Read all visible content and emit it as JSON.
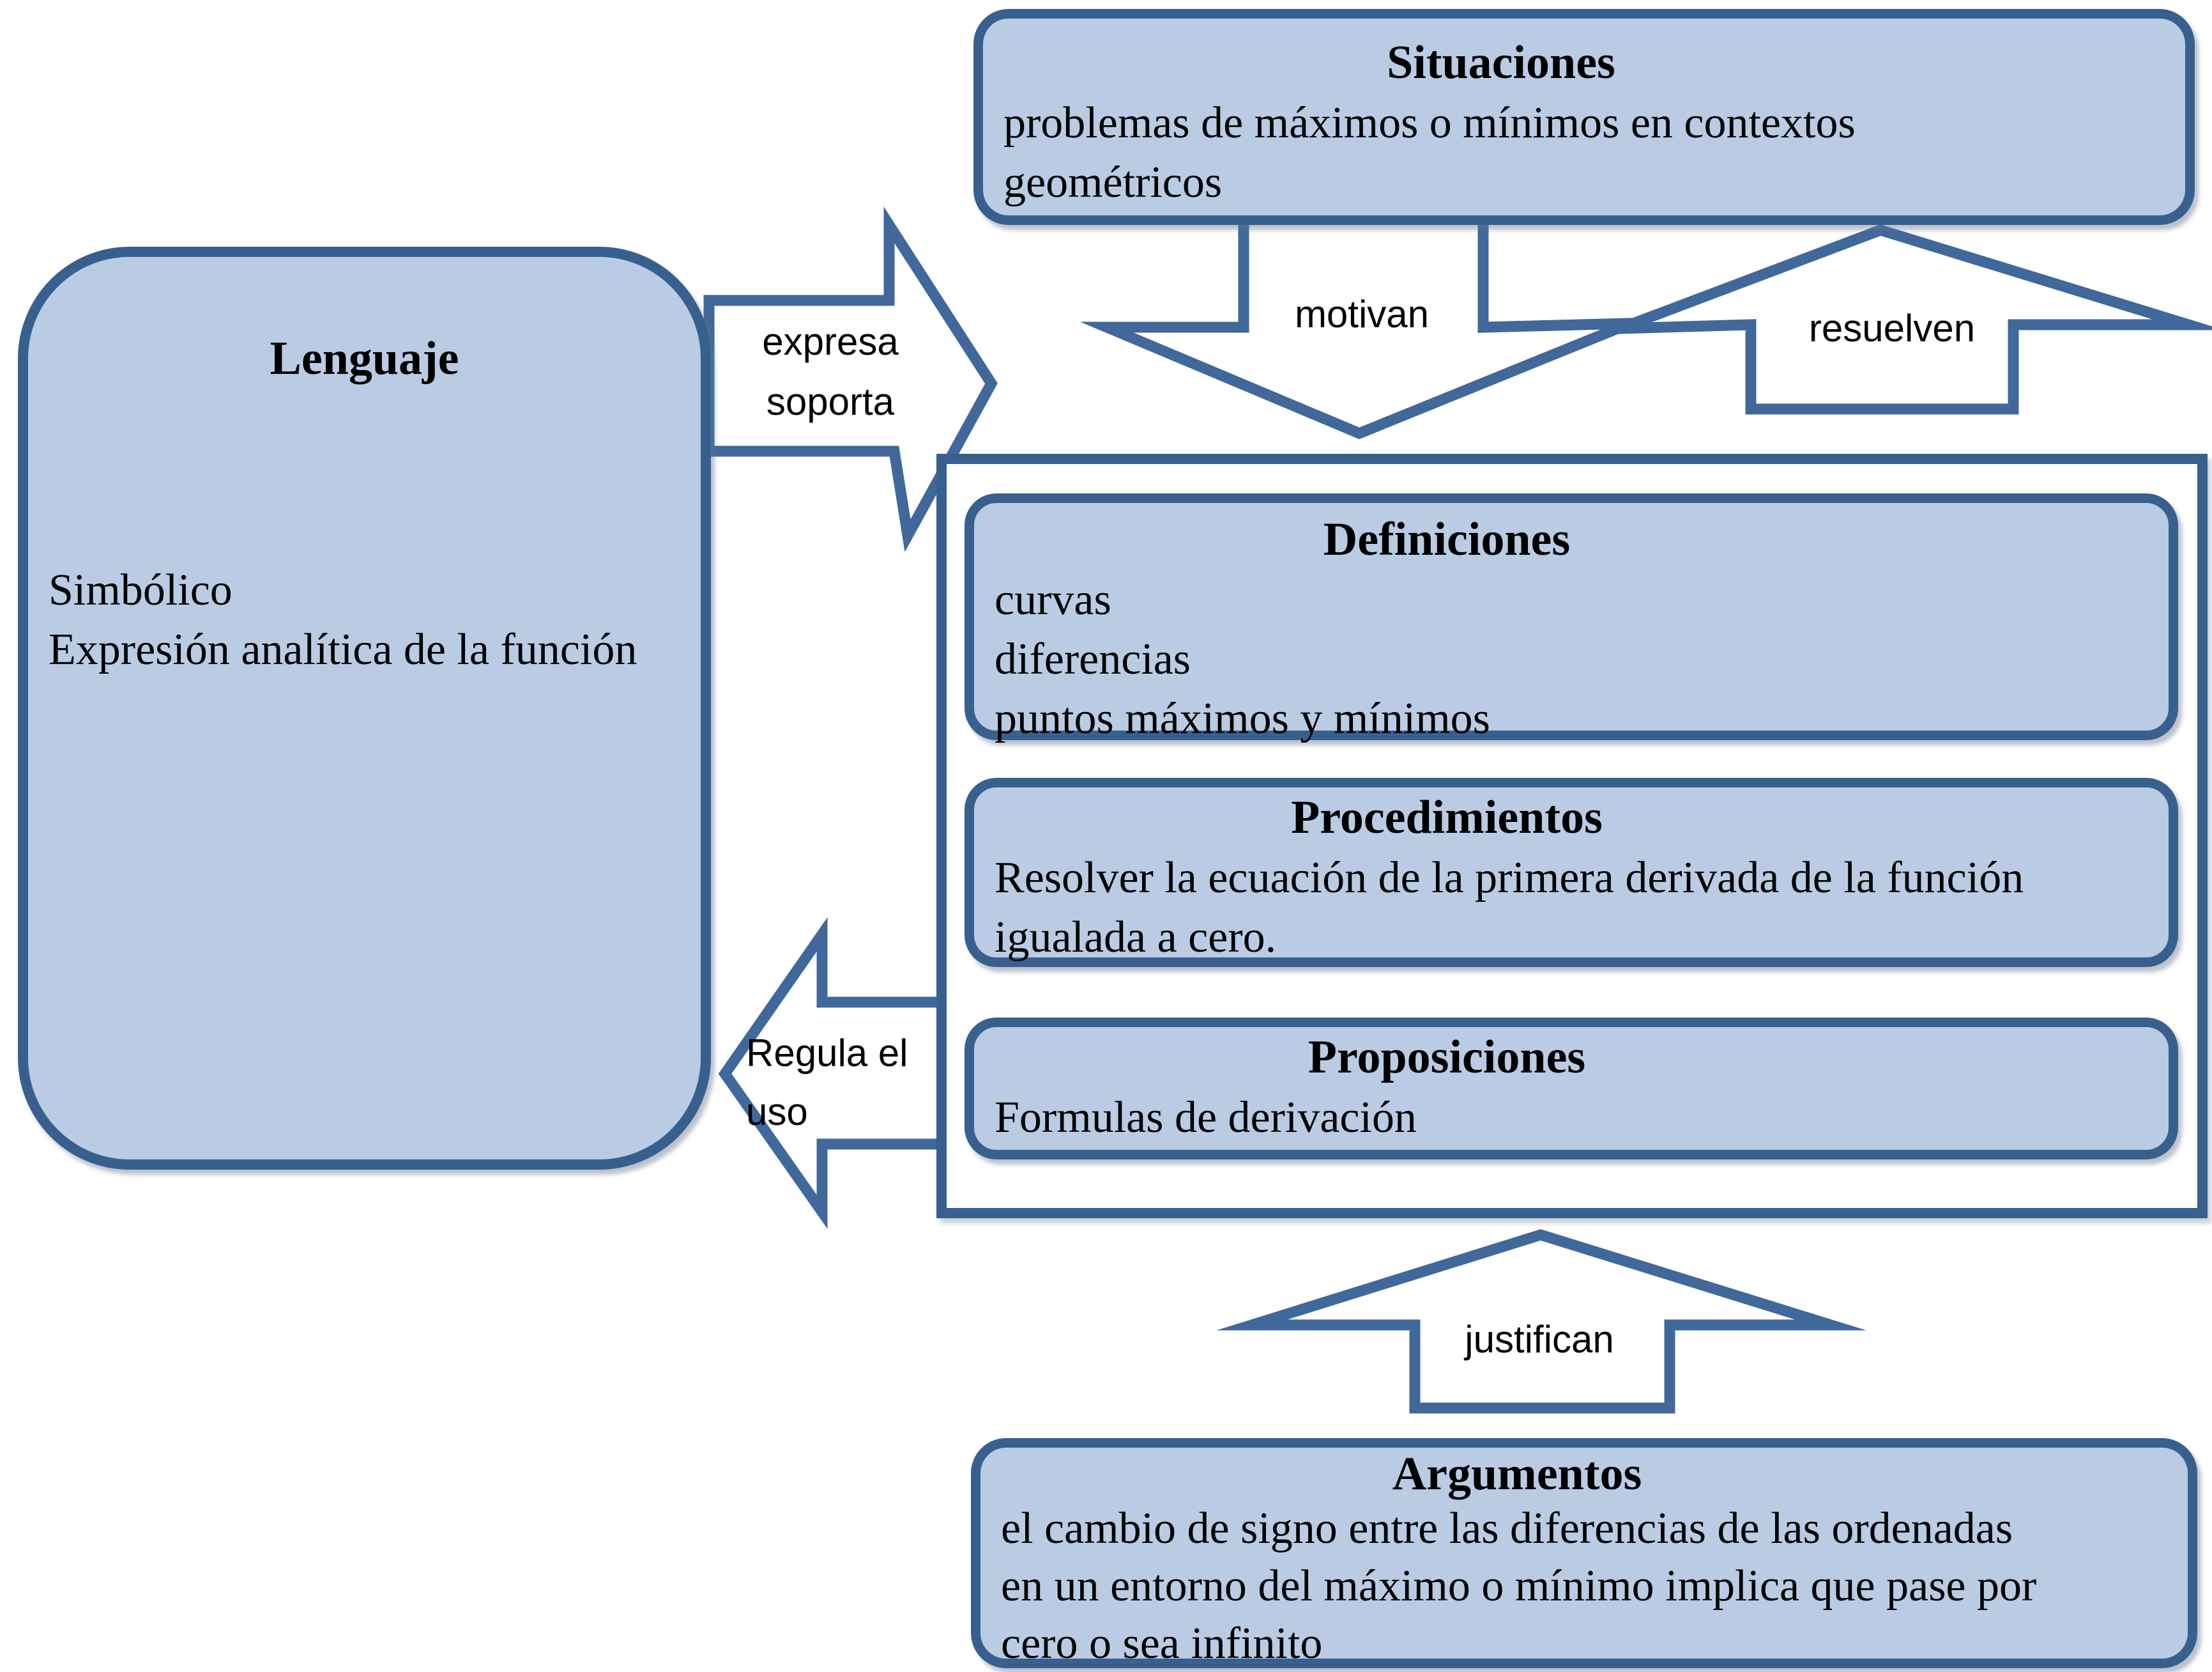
{
  "diagram": {
    "title_semantics": "configuracion de objetos matematicos",
    "colors": {
      "background": "#ffffff",
      "box_fill": "#b9cce3",
      "box_border": "#38608f",
      "arrow_outline": "#40689a",
      "text": "#000000"
    },
    "boxes": {
      "situaciones": {
        "title": "Situaciones",
        "lines": [
          "problemas de máximos o mínimos en contextos",
          "geométricos"
        ]
      },
      "lenguaje": {
        "title": "Lenguaje",
        "lines": [
          "Simbólico",
          "Expresión analítica de la función"
        ]
      },
      "definiciones": {
        "title": "Definiciones",
        "lines": [
          "curvas",
          "diferencias",
          "puntos máximos y mínimos"
        ]
      },
      "procedimientos": {
        "title": "Procedimientos",
        "lines": [
          "Resolver la ecuación de la primera derivada de la función",
          "igualada a cero."
        ]
      },
      "proposiciones": {
        "title": "Proposiciones",
        "lines": [
          "Formulas de derivación"
        ]
      },
      "argumentos": {
        "title": "Argumentos",
        "lines": [
          "el cambio de signo entre las diferencias de las ordenadas",
          "en un entorno del máximo o mínimo implica que pase por",
          "cero o sea infinito"
        ]
      }
    },
    "arrow_labels": {
      "expresa_soporta": {
        "line1": "expresa",
        "line2": "soporta"
      },
      "motivan": "motivan",
      "resuelven": "resuelven",
      "regula_el_uso": {
        "line1": "Regula el",
        "line2": "uso"
      },
      "justifican": "justifican"
    }
  }
}
